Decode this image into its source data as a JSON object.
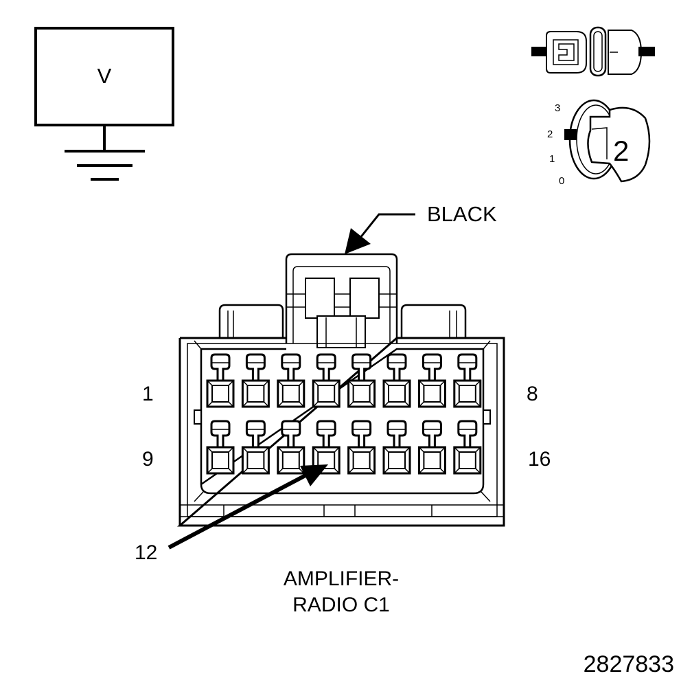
{
  "voltmeter": {
    "symbol": "V"
  },
  "key_switch": {
    "positions": [
      "3",
      "2",
      "1",
      "0"
    ],
    "selected_position": "2",
    "key_label": "2"
  },
  "connector": {
    "color_label": "BLACK",
    "name_line1": "AMPLIFIER-",
    "name_line2": "RADIO C1",
    "pin_labels": {
      "top_left": "1",
      "top_right": "8",
      "bottom_left": "9",
      "bottom_right": "16"
    },
    "pointer_pin": "12",
    "pin_count": 16,
    "pins_per_row": 8
  },
  "figure_number": "2827833"
}
